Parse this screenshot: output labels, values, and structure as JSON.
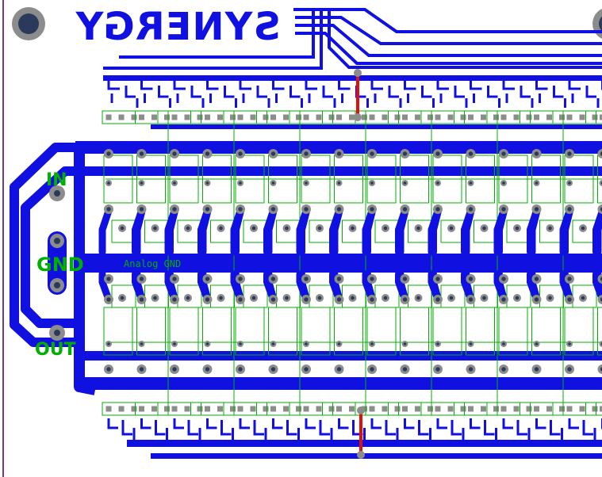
{
  "colors": {
    "background": "#ffffff",
    "copper_top": "#1010e0",
    "silkscreen": "#00b000",
    "pad": "#8c8c8c",
    "hole": "#2a3a5a",
    "jumper": "#e01010",
    "outline": "#7a3a7a"
  },
  "labels": {
    "logo": "SYNERGY",
    "input": "IN",
    "ground": "GND",
    "output": "OUT",
    "ground_bus": "Analog GND"
  }
}
